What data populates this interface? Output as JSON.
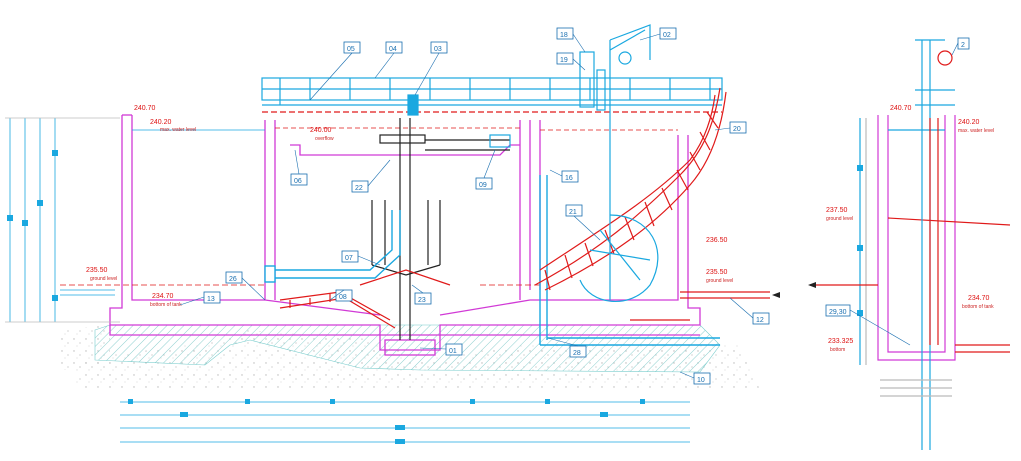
{
  "elevations": {
    "left_top": "240.70",
    "left_water": "240.20",
    "water_level": "max. water level",
    "overflow_value": "240.00",
    "overflow_label": "overflow",
    "ground_left": "235.50",
    "ground_left_label": "ground level",
    "bottom_left": "234.70",
    "bottom_left_label": "bottom of tank",
    "right_ground_high": "236.50",
    "right_ground_low": "235.50",
    "right_ground_label": "ground level",
    "sec_top": "240.70",
    "sec_water": "240.20",
    "sec_water_label": "max. water level",
    "sec_ground": "237.50",
    "sec_ground_label": "ground level",
    "sec_bottom_right": "234.70",
    "sec_bottom_right_label": "bottom of tank",
    "sec_bottom": "233.325",
    "sec_bottom_label": "bottom"
  },
  "tags": {
    "t05": "05",
    "t04": "04",
    "t03": "03",
    "t18": "18",
    "t19": "19",
    "t02": "02",
    "t20": "20",
    "t06": "06",
    "t22": "22",
    "t09": "09",
    "t16": "16",
    "t07": "07",
    "t21": "21",
    "t26": "26",
    "t13": "13",
    "t08": "08",
    "t23": "23",
    "t01": "01",
    "t28": "28",
    "t12": "12",
    "t10": "10",
    "t2": "2",
    "t2930": "29,30"
  },
  "colors": {
    "cyan": "#1aa8e0",
    "magenta": "#d13ad6",
    "red": "#e01a1a",
    "dark": "#222222",
    "hatch": "#8fd0cf",
    "soil": "#b8b8b8",
    "tag_border": "#1a6fb0"
  }
}
